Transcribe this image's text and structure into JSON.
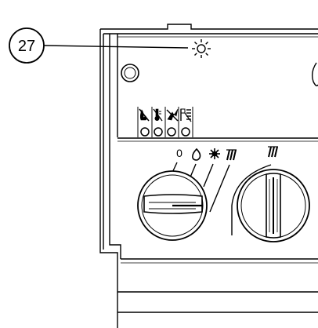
{
  "callout": {
    "number": "27"
  },
  "switch_positions": {
    "off_label": "0"
  },
  "indicator_lamps": [
    {
      "icon": "burner-flame-off-icon"
    },
    {
      "icon": "overheat-thermometer-icon"
    },
    {
      "icon": "ignition-fault-icon"
    },
    {
      "icon": "pump-fault-icon"
    }
  ],
  "knob_left": {
    "positions": [
      "0",
      "flame",
      "sun",
      "radiator"
    ]
  },
  "knob_right": {
    "marking": "radiator"
  },
  "colors": {
    "line": "#000000",
    "background": "#ffffff"
  }
}
